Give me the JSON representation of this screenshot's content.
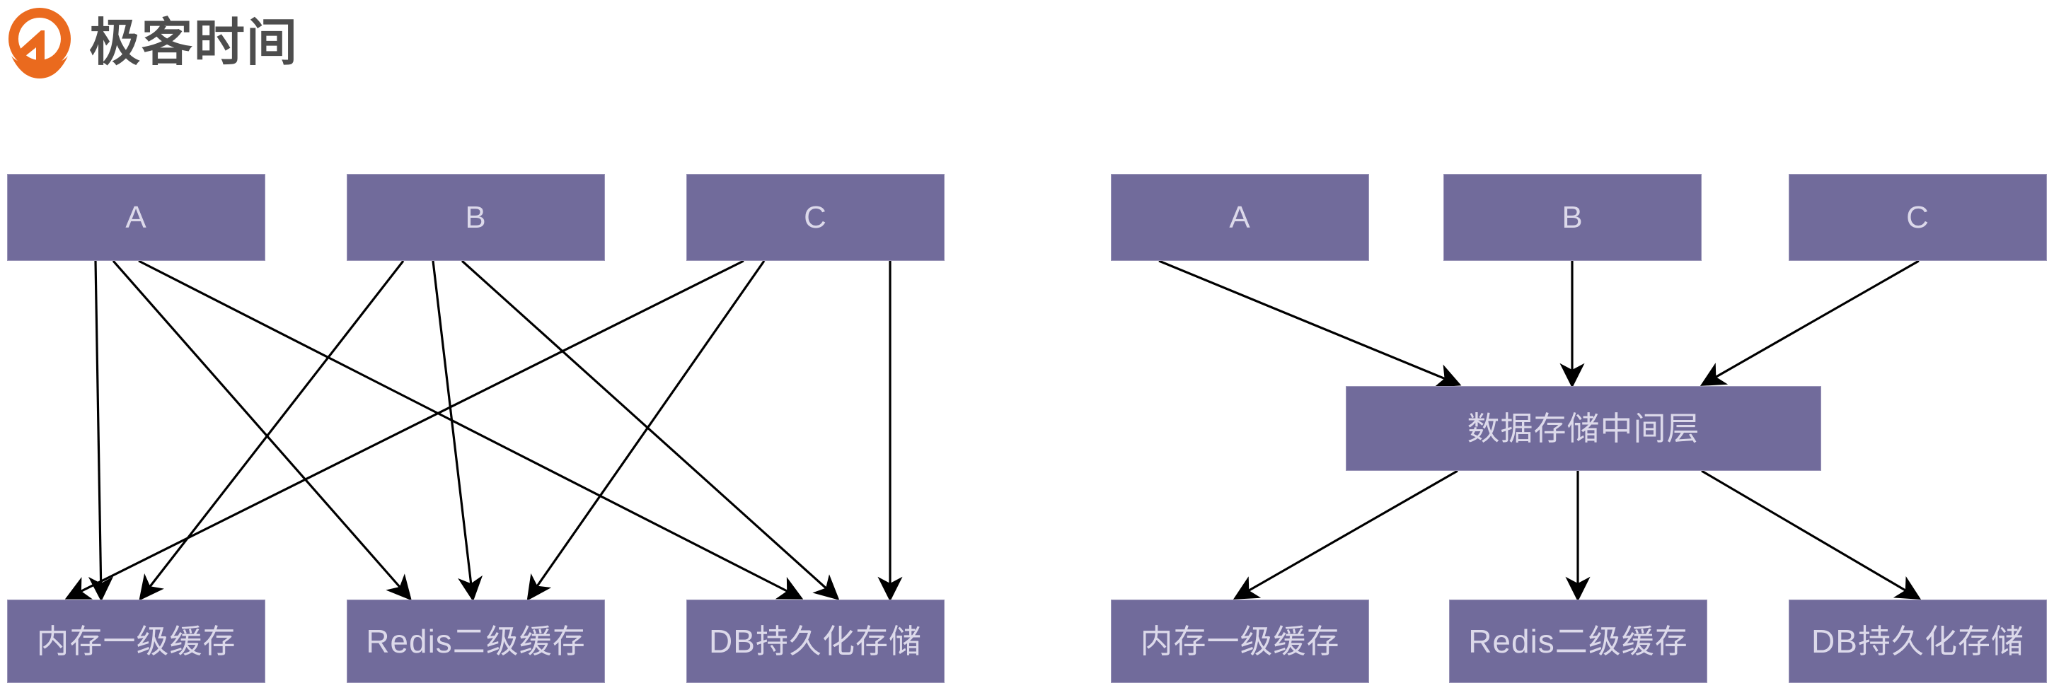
{
  "brand": {
    "logo_icon": "geektime-pin-icon",
    "name": "极客时间",
    "logo_color": "#ea6a1e",
    "name_color": "#4d4d4d"
  },
  "theme": {
    "node_fill": "#716b9b",
    "node_border": "#9a95b8",
    "node_text": "#dcd9ea",
    "edge_color": "#000000",
    "background": "#ffffff"
  },
  "diagrams": [
    {
      "id": "without-middleware",
      "nodes": {
        "clients": [
          {
            "id": "L-A",
            "label": "A"
          },
          {
            "id": "L-B",
            "label": "B"
          },
          {
            "id": "L-C",
            "label": "C"
          }
        ],
        "stores": [
          {
            "id": "L-S1",
            "label": "内存一级缓存"
          },
          {
            "id": "L-S2",
            "label": "Redis二级缓存"
          },
          {
            "id": "L-S3",
            "label": "DB持久化存储"
          }
        ]
      },
      "edges": [
        {
          "from": "L-A",
          "to": "L-S1"
        },
        {
          "from": "L-A",
          "to": "L-S2"
        },
        {
          "from": "L-A",
          "to": "L-S3"
        },
        {
          "from": "L-B",
          "to": "L-S1"
        },
        {
          "from": "L-B",
          "to": "L-S2"
        },
        {
          "from": "L-B",
          "to": "L-S3"
        },
        {
          "from": "L-C",
          "to": "L-S1"
        },
        {
          "from": "L-C",
          "to": "L-S2"
        },
        {
          "from": "L-C",
          "to": "L-S3"
        }
      ]
    },
    {
      "id": "with-middleware",
      "nodes": {
        "clients": [
          {
            "id": "R-A",
            "label": "A"
          },
          {
            "id": "R-B",
            "label": "B"
          },
          {
            "id": "R-C",
            "label": "C"
          }
        ],
        "middleware": {
          "id": "R-M",
          "label": "数据存储中间层"
        },
        "stores": [
          {
            "id": "R-S1",
            "label": "内存一级缓存"
          },
          {
            "id": "R-S2",
            "label": "Redis二级缓存"
          },
          {
            "id": "R-S3",
            "label": "DB持久化存储"
          }
        ]
      },
      "edges": [
        {
          "from": "R-A",
          "to": "R-M"
        },
        {
          "from": "R-B",
          "to": "R-M"
        },
        {
          "from": "R-C",
          "to": "R-M"
        },
        {
          "from": "R-M",
          "to": "R-S1"
        },
        {
          "from": "R-M",
          "to": "R-S2"
        },
        {
          "from": "R-M",
          "to": "R-S3"
        }
      ]
    }
  ]
}
